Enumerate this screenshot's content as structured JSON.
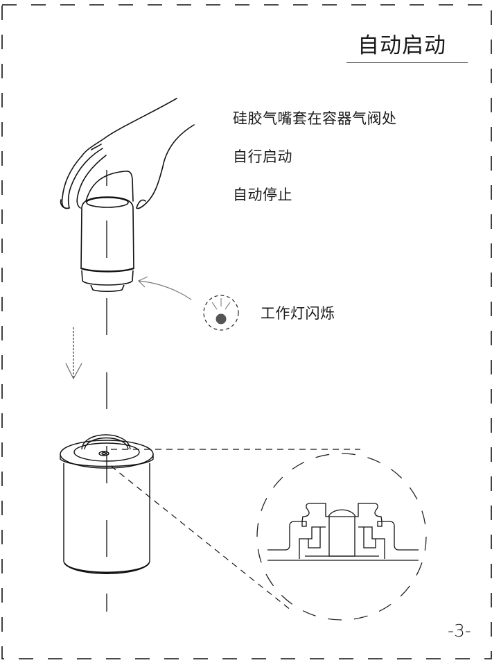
{
  "page": {
    "title": "自动启动",
    "page_number": "-3-"
  },
  "instructions": {
    "steps": [
      "硅胶气嘴套在容器气阀处",
      "自行启动",
      "自动停止"
    ]
  },
  "indicator": {
    "label": "工作灯闪烁",
    "icon": "blinking-light-icon",
    "light_color": "#555555"
  },
  "illustrations": {
    "top": "hand-holding-vacuum-pump",
    "bottom": "vacuum-container-with-lid",
    "detail": "valve-cross-section-magnified",
    "arrow": "dashed-down-arrow",
    "curved_arrow": "pointer-to-pump-light"
  },
  "colors": {
    "line": "#1a1a1a",
    "guide_line": "#888888",
    "background": "#ffffff"
  }
}
